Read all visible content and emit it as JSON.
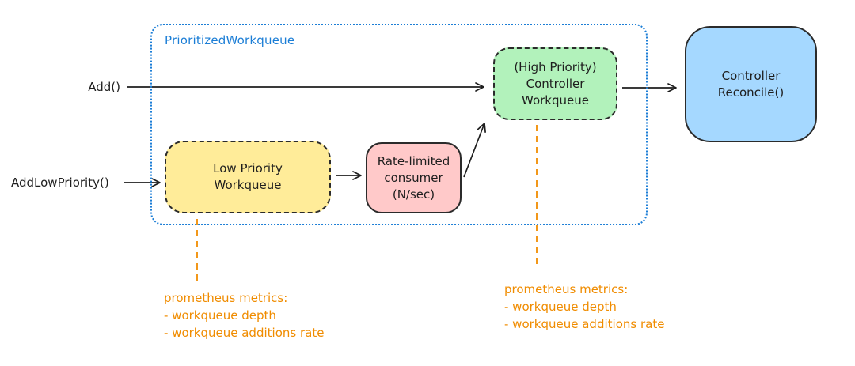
{
  "container": {
    "label": "PrioritizedWorkqueue"
  },
  "inputs": {
    "add_label": "Add()",
    "add_low_priority_label": "AddLowPriority()"
  },
  "nodes": {
    "low_priority_workqueue": {
      "label": "Low Priority\nWorkqueue",
      "fill": "#ffec99",
      "border_style": "dashed"
    },
    "rate_limited_consumer": {
      "label": "Rate-limited\nconsumer\n(N/sec)",
      "fill": "#ffc9c9",
      "border_style": "solid"
    },
    "high_priority_controller_workqueue": {
      "label": "(High Priority)\nController\nWorkqueue",
      "fill": "#b2f2bb",
      "border_style": "dashed"
    },
    "controller_reconcile": {
      "label": "Controller\nReconcile()",
      "fill": "#a5d8ff",
      "border_style": "solid"
    }
  },
  "edges": [
    {
      "from": "Add()",
      "to": "(High Priority) Controller Workqueue"
    },
    {
      "from": "AddLowPriority()",
      "to": "Low Priority Workqueue"
    },
    {
      "from": "Low Priority Workqueue",
      "to": "Rate-limited consumer (N/sec)"
    },
    {
      "from": "Rate-limited consumer (N/sec)",
      "to": "(High Priority) Controller Workqueue"
    },
    {
      "from": "(High Priority) Controller Workqueue",
      "to": "Controller Reconcile()"
    }
  ],
  "annotations": {
    "low_priority_metrics": {
      "title": "prometheus metrics:",
      "items": [
        "- workqueue depth",
        "- workqueue additions rate"
      ]
    },
    "high_priority_metrics": {
      "title": "prometheus metrics:",
      "items": [
        "- workqueue depth",
        "- workqueue additions rate"
      ]
    }
  },
  "colors": {
    "container_border": "#1c7ed6",
    "annotation_orange": "#f08c00",
    "arrow_stroke": "#1e1e1e",
    "background": "#ffffff"
  }
}
